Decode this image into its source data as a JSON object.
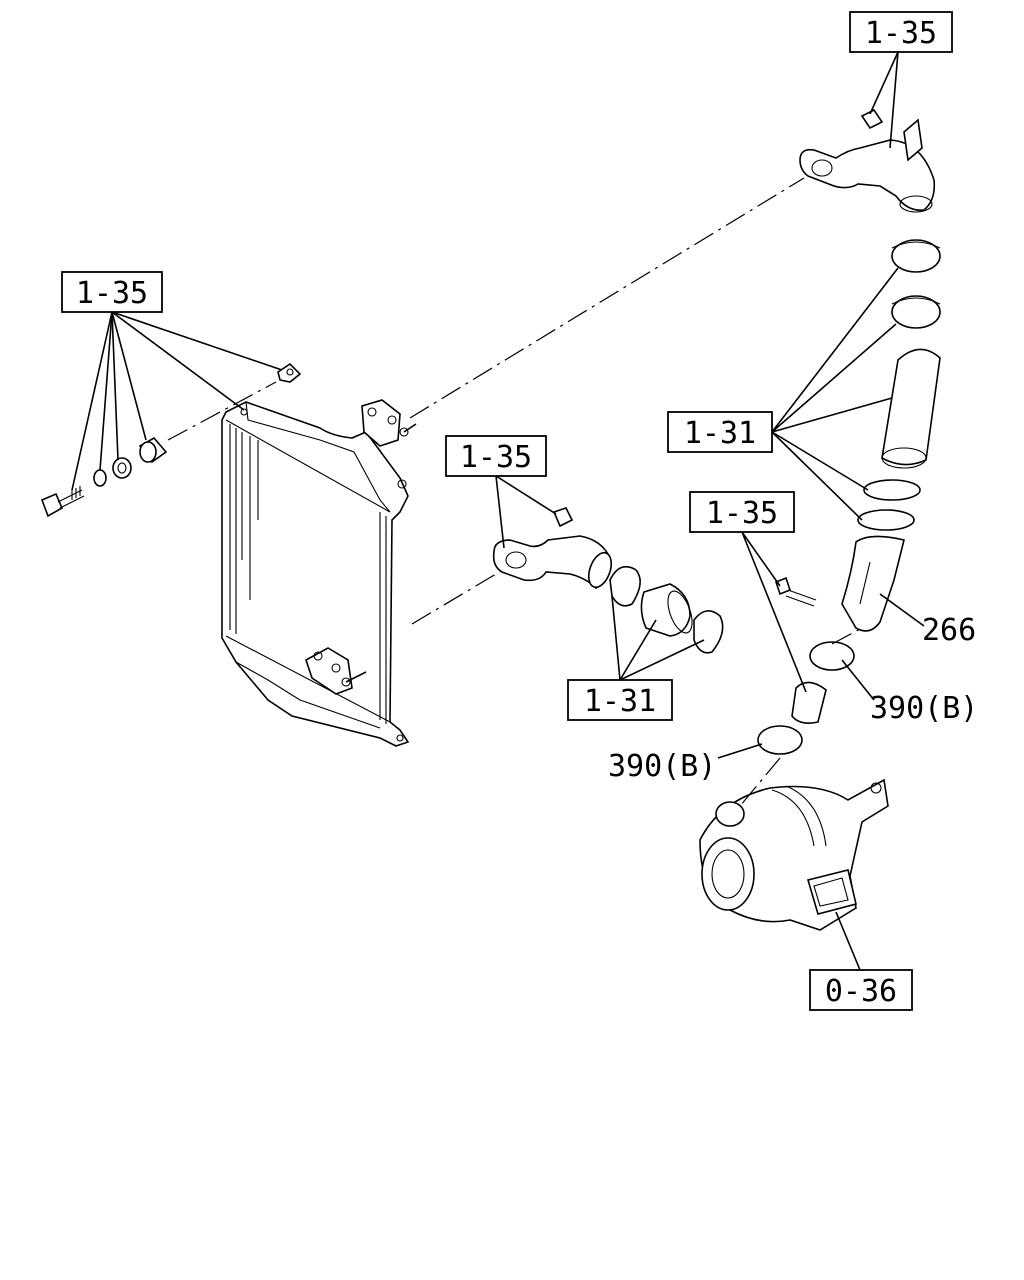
{
  "callouts": {
    "ref_top_right": "1-35",
    "ref_left": "1-35",
    "ref_middle": "1-35",
    "ref_right_mid": "1-35",
    "ref_hose_upper": "1-31",
    "ref_hose_lower": "1-31",
    "ref_turbo": "0-36",
    "part_266": "266",
    "part_390b_right": "390(B)",
    "part_390b_left": "390(B)"
  }
}
